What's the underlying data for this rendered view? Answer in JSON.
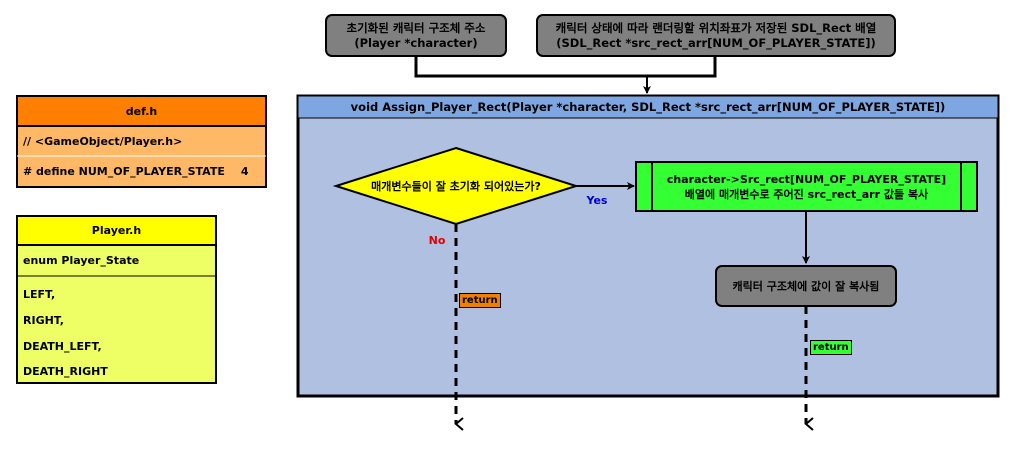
{
  "inputs": {
    "init_box": {
      "line1": "초기화된 캐릭터 구조체 주소",
      "line2": "(Player *character)"
    },
    "rect_box": {
      "line1": "캐릭터 상태에 따라 랜더링할 위치좌표가 저장된 SDL_Rect 배열",
      "line2": "(SDL_Rect *src_rect_arr[NUM_OF_PLAYER_STATE])"
    }
  },
  "function": {
    "title": "void Assign_Player_Rect(Player *character, SDL_Rect *src_rect_arr[NUM_OF_PLAYER_STATE])"
  },
  "decision": {
    "text": "매개변수들이 잘 초기화 되어있는가?",
    "yes": "Yes",
    "no": "No"
  },
  "process": {
    "line1": "character->Src_rect[NUM_OF_PLAYER_STATE]",
    "line2": "배열에 매개변수로 주어진 src_rect_arr 값들 복사"
  },
  "result": {
    "text": "캐릭터 구조체에 값이 잘 복사됨"
  },
  "returns": {
    "fail": "return",
    "success": "return"
  },
  "def_h": {
    "title": "def.h",
    "include": "// <GameObject/Player.h>",
    "define_name": "# define NUM_OF_PLAYER_STATE",
    "define_value": "4"
  },
  "player_h": {
    "title": "Player.h",
    "enum": "enum Player_State",
    "items": [
      "LEFT,",
      "RIGHT,",
      "DEATH_LEFT,",
      "DEATH_RIGHT"
    ]
  },
  "colors": {
    "gray_box": "#808080",
    "function_bg": "#b0c0e0",
    "function_header": "#7ea6e0",
    "decision": "#ffff00",
    "process": "#33ff33",
    "def_header": "#ff8000",
    "def_body": "#ffb966",
    "player_header": "#ffff00",
    "player_body": "#eeff66",
    "yes_text": "#0000cc",
    "no_text": "#e00000",
    "return_fail": "#f08000",
    "return_success": "#33ff33"
  }
}
